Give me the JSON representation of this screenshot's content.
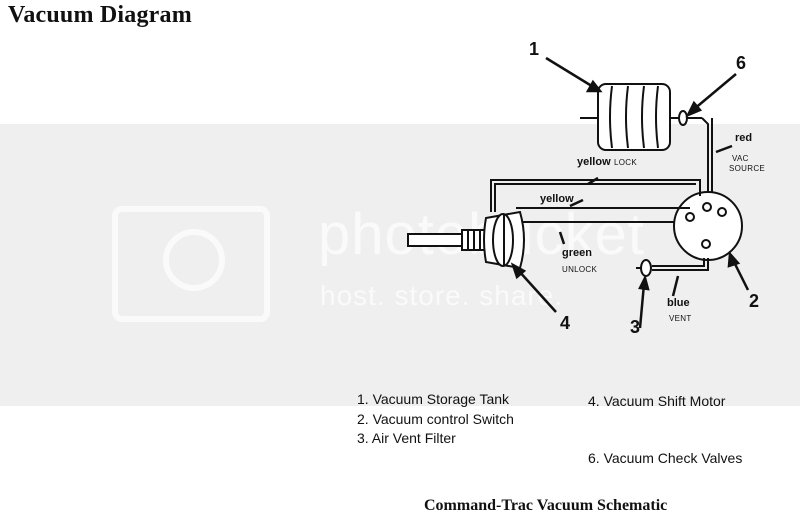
{
  "title": "Vacuum Diagram",
  "watermark": {
    "text": "photobucket",
    "subtext": "host. store. share."
  },
  "callouts": {
    "n1": "1",
    "n2": "2",
    "n3": "3",
    "n4": "4",
    "n6": "6"
  },
  "line_labels": {
    "yellow_lock": "yellow",
    "lock": "LOCK",
    "yellow": "yellow",
    "green": "green",
    "unlock": "UNLOCK",
    "red": "red",
    "vac_source_1": "VAC",
    "vac_source_2": "SOURCE",
    "blue": "blue",
    "vent": "VENT"
  },
  "legend": {
    "item1": "1. Vacuum Storage Tank",
    "item2": "2. Vacuum control Switch",
    "item3": "3. Air Vent Filter",
    "item4": "4. Vacuum Shift Motor",
    "item6": "6. Vacuum Check Valves"
  },
  "caption": "Command-Trac Vacuum Schematic"
}
